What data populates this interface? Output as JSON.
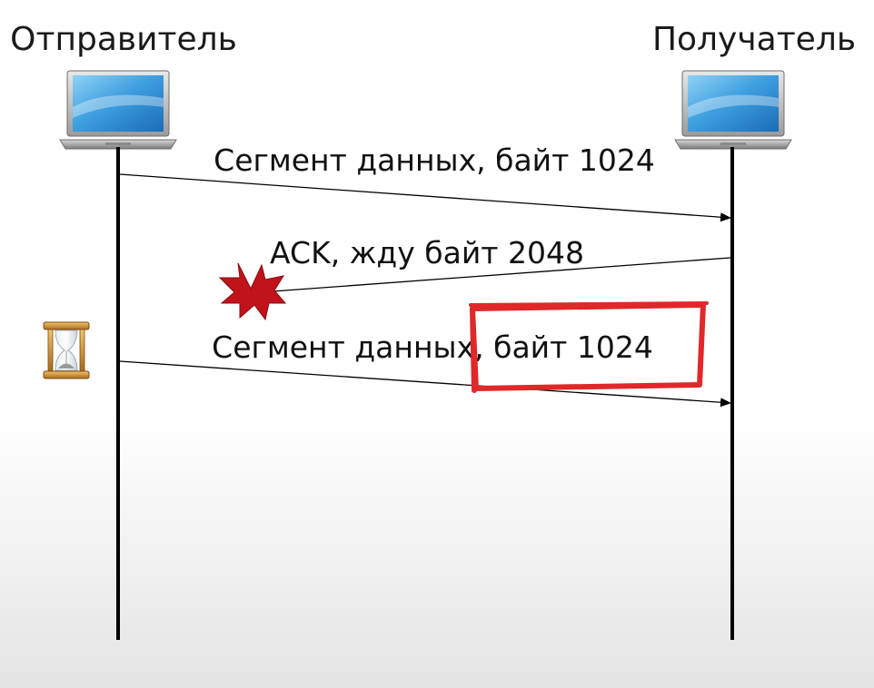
{
  "sender": {
    "title": "Отправитель",
    "icon": "laptop-icon"
  },
  "receiver": {
    "title": "Получатель",
    "icon": "laptop-icon"
  },
  "messages": [
    {
      "label": "Сегмент данных, байт 1024",
      "direction": "sender-to-receiver",
      "status": "delivered"
    },
    {
      "label": "ACK, жду байт 2048",
      "direction": "receiver-to-sender",
      "status": "lost"
    },
    {
      "label": "Сегмент данных, байт 1024",
      "direction": "sender-to-receiver",
      "status": "retransmitted"
    }
  ],
  "icons": {
    "timer": "hourglass-icon",
    "loss": "explosion-icon"
  },
  "colors": {
    "highlight": "#e0282a",
    "loss": "#c0141a",
    "screen": "#3fa0e0",
    "line": "#000000"
  }
}
